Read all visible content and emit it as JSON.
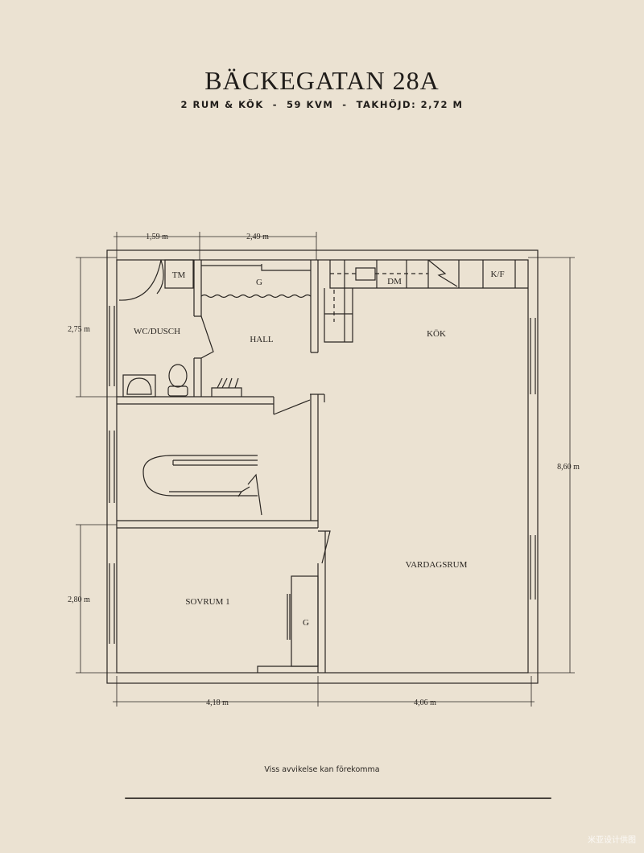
{
  "header": {
    "title": "BÄCKEGATAN 28A",
    "subtitle": "2 RUM & KÖK  -  59 KVM  -  TAKHÖJD: 2,72 M"
  },
  "rooms": {
    "tm": "TM",
    "g_hall": "G",
    "dm": "DM",
    "kf": "K/F",
    "wc": "WC/DUSCH",
    "hall": "HALL",
    "kok": "KÖK",
    "vardagsrum": "VARDAGSRUM",
    "sovrum": "SOVRUM 1",
    "g_sovrum": "G"
  },
  "dimensions": {
    "top_left": "1,59 m",
    "top_right": "2,49 m",
    "left_top": "2,75 m",
    "left_bottom": "2,80 m",
    "right": "8,60 m",
    "bottom_left": "4,18 m",
    "bottom_right": "4,06 m"
  },
  "footer": {
    "note": "Viss avvikelse kan förekomma",
    "watermark": "米亚设计供图"
  },
  "colors": {
    "background": "#ebe2d2",
    "ink": "#2a2622"
  }
}
